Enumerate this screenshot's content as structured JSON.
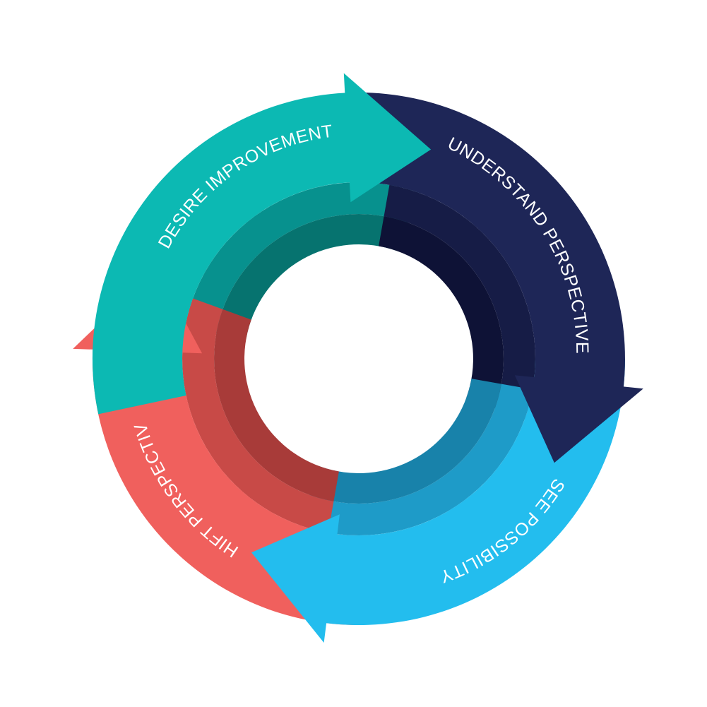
{
  "diagram": {
    "segments": [
      {
        "label": "DESIRE IMPROVEMENT",
        "color": "#0CB9B3",
        "inner_color": "#07918E",
        "inner_dark": "#06736F"
      },
      {
        "label": "UNDERSTAND PERSPECTIVE",
        "color": "#1E2657",
        "inner_color": "#161C46",
        "inner_dark": "#0E1236"
      },
      {
        "label": "SEE POSSIBILITY",
        "color": "#23BDEE",
        "inner_color": "#1E9BC8",
        "inner_dark": "#1882AA"
      },
      {
        "label": "SHIFT PERSPECTIVE",
        "color": "#F0605D",
        "inner_color": "#C84A47",
        "inner_dark": "#A83B39"
      }
    ]
  }
}
